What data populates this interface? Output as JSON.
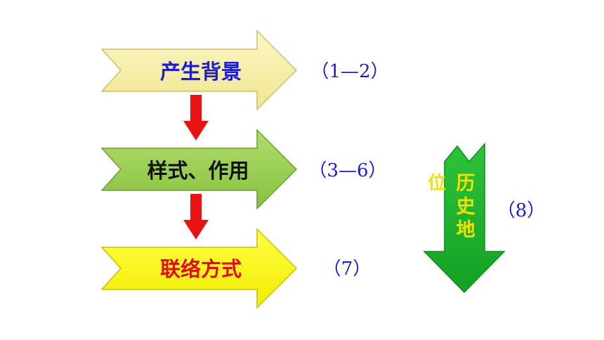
{
  "steps": [
    {
      "label": "产生背景",
      "range": "（1—2）",
      "fill_color": "#f6f0a8",
      "text_color": "#1c1cd0"
    },
    {
      "label": "样式、作用",
      "range": "（3—6）",
      "fill_color": "#9bd155",
      "text_color": "#111111"
    },
    {
      "label": "联络方式",
      "range": "（7）",
      "fill_color": "#ffff1a",
      "text_color": "#e01010"
    }
  ],
  "side_arrow": {
    "label_left": "位",
    "label_column": [
      "历",
      "史",
      "地"
    ],
    "range": "（8）",
    "fill_color": "#22b830",
    "label_color": "#f5e100"
  },
  "connector_color": "#e81212",
  "range_color": "#1c1cd0"
}
